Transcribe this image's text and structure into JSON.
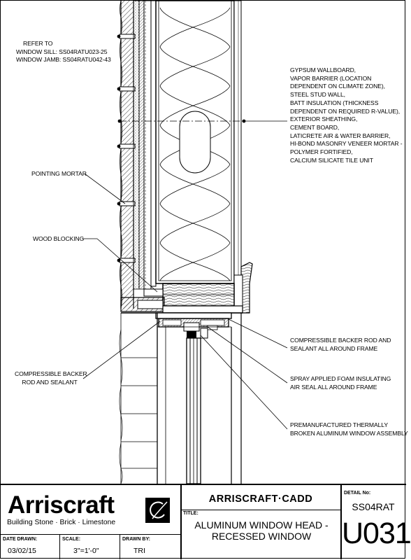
{
  "notes": {
    "refer": [
      "REFER TO",
      "WINDOW SILL: SS04RATU023-25",
      "WINDOW JAMB: SS04RATU042-43"
    ],
    "wall_assembly": [
      "GYPSUM WALLBOARD,",
      "VAPOR BARRIER (LOCATION",
      "DEPENDENT ON CLIMATE ZONE),",
      "STEEL STUD WALL,",
      "BATT INSULATION (THICKNESS",
      "DEPENDENT ON REQUIRED R-VALUE),",
      "EXTERIOR SHEATHING,",
      "CEMENT BOARD,",
      "LATICRETE AIR & WATER BARRIER,",
      "HI-BOND MASONRY VENEER MORTAR -",
      "POLYMER FORTIFIED,",
      "CALCIUM SILICATE TILE UNIT"
    ],
    "pointing_mortar": "POINTING MORTAR",
    "wood_blocking": "WOOD BLOCKING",
    "backer_rod_right": [
      "COMPRESSIBLE BACKER ROD AND",
      "SEALANT ALL AROUND FRAME"
    ],
    "spray_foam": [
      "SPRAY APPLIED FOAM INSULATING",
      "AIR SEAL ALL AROUND FRAME"
    ],
    "window_assembly": [
      "PREMANUFACTURED THERMALLY",
      "BROKEN ALUMINUM WINDOW ASSEMBLY"
    ],
    "backer_rod_left": [
      "COMPRESSIBLE BACKER",
      "ROD AND SEALANT"
    ]
  },
  "title_block": {
    "logo_name": "Arriscraft",
    "logo_tagline": "Building Stone · Brick · Limestone",
    "cad_title": "ARRISCRAFT·CADD",
    "title_label": "TITLE:",
    "title_lines": [
      "ALUMINUM WINDOW HEAD -",
      "RECESSED WINDOW"
    ],
    "detail_label": "DETAIL No:",
    "detail_no": "SS04RAT",
    "sheet_no": "U031",
    "date_label": "DATE DRAWN:",
    "date_value": "03/02/15",
    "scale_label": "SCALE:",
    "scale_value": "3\"=1'-0\"",
    "drawn_label": "DRAWN BY:",
    "drawn_value": "TRI"
  }
}
